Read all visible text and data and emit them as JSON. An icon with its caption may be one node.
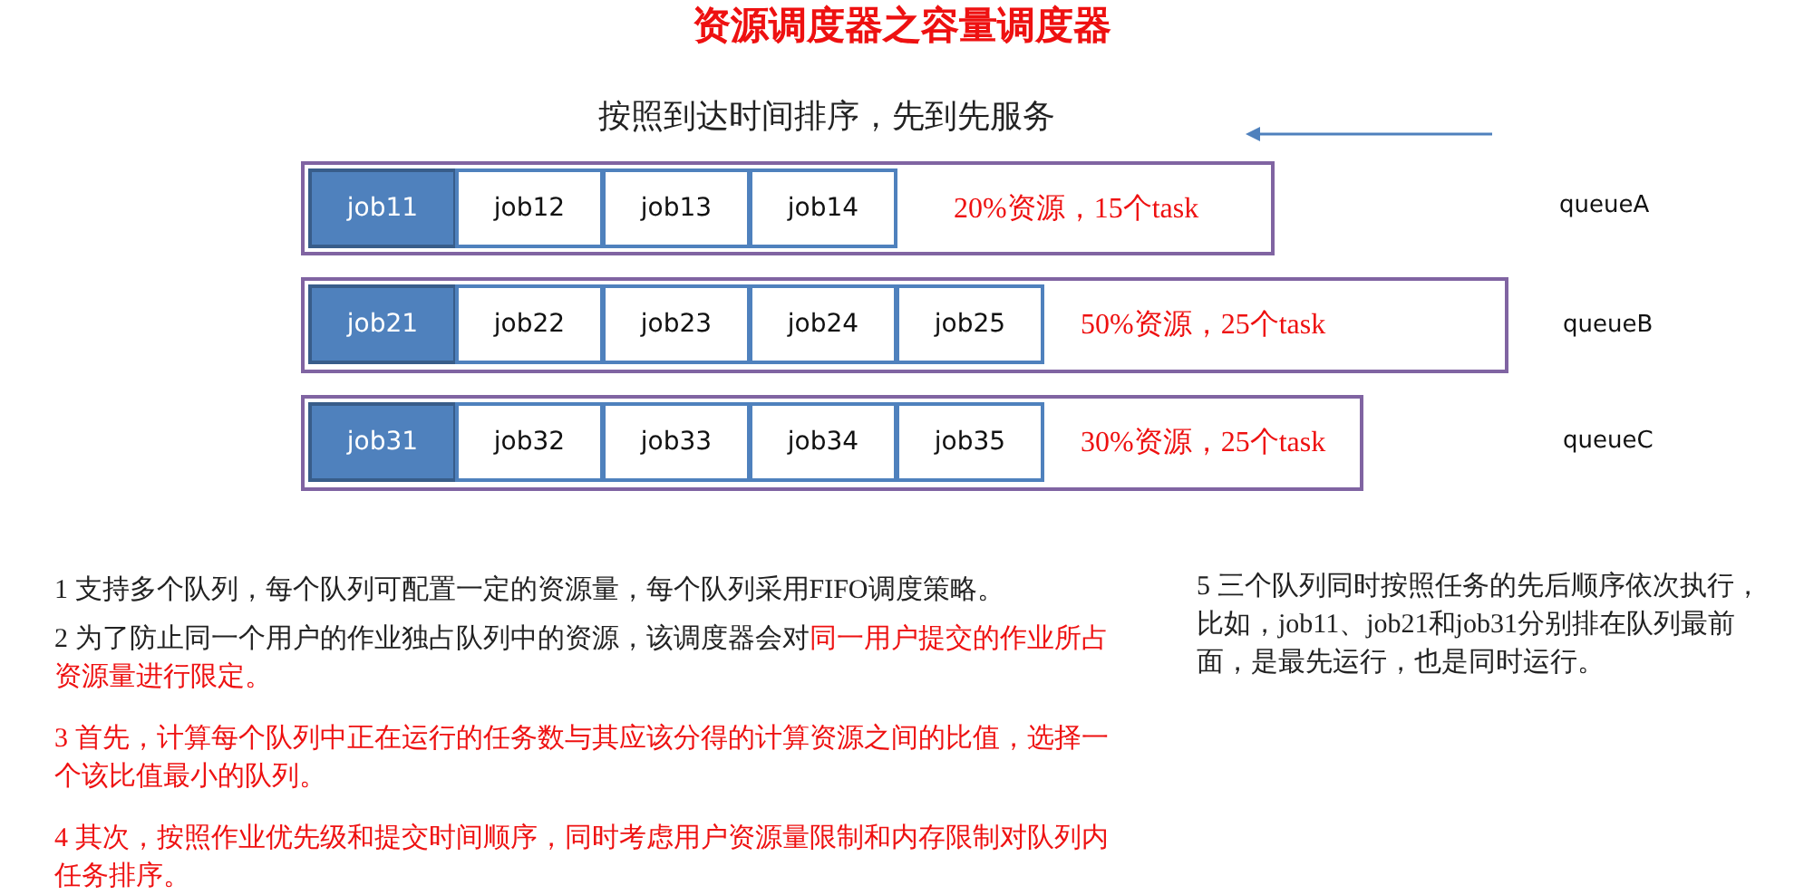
{
  "diagram": {
    "title": "资源调度器之容量调度器",
    "nodes": [
      {
        "text": [
          "20%资源，15个task"
        ]
      },
      {
        "text": [
          "job11"
        ],
        "in": 0
      },
      {
        "text": [
          "job12"
        ],
        "in": 0
      },
      {
        "text": [
          "job13"
        ],
        "in": 0
      },
      {
        "text": [
          "job14"
        ],
        "in": 0
      },
      {
        "text": [
          "50%资源，25个task"
        ]
      },
      {
        "text": [
          "job21"
        ],
        "in": 5
      },
      {
        "text": [
          "job22"
        ],
        "in": 5
      },
      {
        "text": [
          "job23"
        ],
        "in": 5
      },
      {
        "text": [
          "job24"
        ],
        "in": 5
      },
      {
        "text": [
          "job25"
        ],
        "in": 5
      },
      {
        "text": [
          "30%资源，25个task"
        ]
      },
      {
        "text": [
          "job31"
        ],
        "in": 11
      },
      {
        "text": [
          "job32"
        ],
        "in": 11
      },
      {
        "text": [
          "job33"
        ],
        "in": 11
      },
      {
        "text": [
          "job34"
        ],
        "in": 11
      },
      {
        "text": [
          "job35"
        ],
        "in": 11
      }
    ],
    "labels": [
      "按照到达时间排序，先到先服务",
      "queueA",
      "queueB",
      "queueC",
      "1 支持多个队列，每个队列可配置一定的资源量，每个队列采用FIFO调度策略。",
      "2 为了防止同一个用户的作业独占队列中的资源，该调度器会对",
      "同一用户提交的作业所占资源量进行限定。",
      "3 首先，计算每个队列中正在运行的任务数与其应该分得的计算资源之间的比值，选择一个该比值最小的队列。",
      "4 其次，按照作业优先级和提交时间顺序，同时考虑用户资源量限制和内存限制对队列内任务排序。",
      "5 三个队列同时按照任务的先后顺序依次执行，比如，job11、job21和job31分别排在队列最前面，是最先运行，也是同时运行。"
    ]
  }
}
